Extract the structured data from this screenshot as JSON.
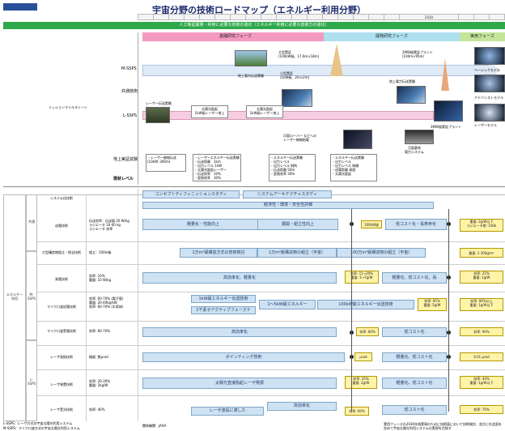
{
  "header": {
    "corner_tag": "",
    "title": "宇宙分野の技術ロードマップ（エネルギー利用分野）",
    "years": [
      "",
      "",
      "",
      "",
      "",
      "",
      "",
      "",
      "",
      "",
      "",
      "",
      "",
      "",
      "",
      "",
      "",
      "2030",
      "",
      "",
      ""
    ],
    "green_band": "人工衛星開発・利用に必要な技術の強化（エネルギー利用に必要な技術力の強化）"
  },
  "phases": [
    {
      "label": "基礎研究フェーズ"
    },
    {
      "label": "開発研究フェーズ"
    },
    {
      "label": "実用フェーズ"
    }
  ],
  "upper_rows": {
    "m_ssps": "M-SSPS",
    "common": "共通技術",
    "milestone": "ミッションマイルストーン",
    "l_ssps": "L-SSPS",
    "ground_test": "地上実証試験",
    "status_level": "現状レベル"
  },
  "upper_items": {
    "ground_power": "地上電力伝送実験",
    "ground_power2": "地上電力伝送実験",
    "big_demo": "大型実証\n(100kW級、17.6m×18m)",
    "small_demo": "小型実証\n(1kW級、2m×2m)",
    "plant": "2MW級実証プラント\n(100m×95m)",
    "laser_ground": "レーザー伝送実験",
    "sun_laser1": "太陽光励起\n1kW級レーザー地上",
    "sun_laser2": "太陽光励起\n1kW級レーザー地上",
    "one_mw_plant": "1MW級実証プラント",
    "rover": "月面ローバー などへの\nレーザー無線給電",
    "moon_power": "月面基地\n電力システム",
    "basic": "ベーシックモデル",
    "advanced": "アドバンストモデル",
    "laser_model": "レーザーモデル",
    "ground_box1": "・レーザー無線伝送\n(10kW: 300m)",
    "ground_box2": "・レーザーエネルギー伝送実験\n・伝送距離　1km\n・出力レベル 1kW\n・太陽光励起レーザー\n・伝送効率　10%\n・変換効率　30%",
    "ground_box3": "・エネルギー伝送実験\n・出力レベル\n・出力レベル 制約\n・伝送距離 50m\n・変換効率 30%",
    "ground_box4": "・エネルギー伝送実験\n・出力レベル\n・出力レベル 制御\n・送電距離 高度\n・太陽光励起"
  },
  "lower_rows": [
    {
      "group": "",
      "label": "システム化技術",
      "status": ""
    },
    {
      "group": "",
      "label": "",
      "status": ""
    },
    {
      "group": "",
      "label": "送電技術",
      "status": "伝送効率：伝送量 20 W/kg\nラジエータ 10-40 kg\nラジエータ 効率"
    },
    {
      "group": "",
      "label": "大型構造物組立・保全技術",
      "status": "組立：100m級"
    },
    {
      "group": "",
      "label": "発電技術",
      "status": "効率: 10%\n重量: 10 W/kg"
    },
    {
      "group": "",
      "label": "マイクロ波送電技術",
      "status": "効率: 60-70% (電子管)\n重量: 20-40kg/kW\n効率: 60-70% (半導体)"
    },
    {
      "group": "",
      "label": "マイクロ波受電技術",
      "status": "効率: 60-70%"
    },
    {
      "group": "",
      "label": "レーザ発振技術",
      "status": "精度: 数μrad"
    },
    {
      "group": "",
      "label": "レーザ装置技術",
      "status": "効率: 20-30%\n重量: 2kg/W"
    },
    {
      "group": "",
      "label": "レーザ受光技術",
      "status": "効率: 40%"
    }
  ],
  "side_groups": {
    "energy_use": "エネルギー\n利用",
    "group_a": "共通",
    "group_b": "M-SSPS",
    "group_c": "L-SSPS"
  },
  "lower_items": {
    "concept": "コンセプトディフィニッションスタディ",
    "system": "システムアーキテクチャスタディ",
    "economy": "経済性・環境・安全性評価",
    "lightweight": "軽量化・性能向上",
    "deploy": "展開・組立性向上",
    "dev100": "100kW級",
    "lowcost": "低コスト化・長寿命化",
    "y_weight": "重量: 2g/W以下\nラジエータ熱: 100k",
    "assembly1": "1万m²級構造方式の技術検討",
    "assembly2": "1万m²級構造物の組立（宇宙）",
    "assembly3": "100万m²級構造物の組立（宇宙）",
    "y_assembly": "重量: 2 300g/m²",
    "highprod": "高効率化、軽量化",
    "y_gen1": "効率: 15→20%\n重量: 3→7g/W",
    "gen_lowcost": "軽量化、低コスト化、長",
    "y_gen2": "効率: 25%\n重量: 1g/W",
    "mw_1kw": "1kW級エネルギー伝送技術",
    "mw_phase": "1千素子アクティブフェーズド",
    "mw_1to5": "1〜5kW級エネルギー",
    "mw_100kw": "100kW級エネルギー伝送技術",
    "y_mw1": "効率: 85%\n重量: 5g/W",
    "mw_light": "軽量化、低コスト化",
    "y_mw2": "効率: 80%以上\n重量: 1g/W以下",
    "rx_high": "高効率化",
    "y_rx1": "効率: 80%",
    "rx_low": "低コスト化",
    "y_rx2": "効率: 90%",
    "pointing": "ポインティング技術",
    "y_point1": "μrad",
    "point_light": "軽量化、低コスト化",
    "y_point2": "0.01 μrad",
    "laser_sun": "太陽光直接励起レーザ発振",
    "y_las1": "効率: 35%\n重量: 2g/W",
    "las_light": "軽量化、低コスト化",
    "y_las2": "効率: 40%\n重量: 1g/W以下",
    "rcv_high": "高効率化",
    "rcv_match": "レーザ波長に適した",
    "y_rcv1": "効率: 60%",
    "rcv_low": "低コスト化",
    "y_rcv2": "効率: 70%"
  },
  "footer": {
    "note1": "L-SSPS：レーザ方式の宇宙太陽光利用システム",
    "note2": "M-SSPS：マイクロ波方式の宇宙太陽光利用システム",
    "note3": "関係機関：JAXA",
    "note4": "実用フェーズの2030年頃実現のために技術面において技術検討、並びに社会面を含めて宇宙太陽光利用システムの実現を目指す"
  }
}
